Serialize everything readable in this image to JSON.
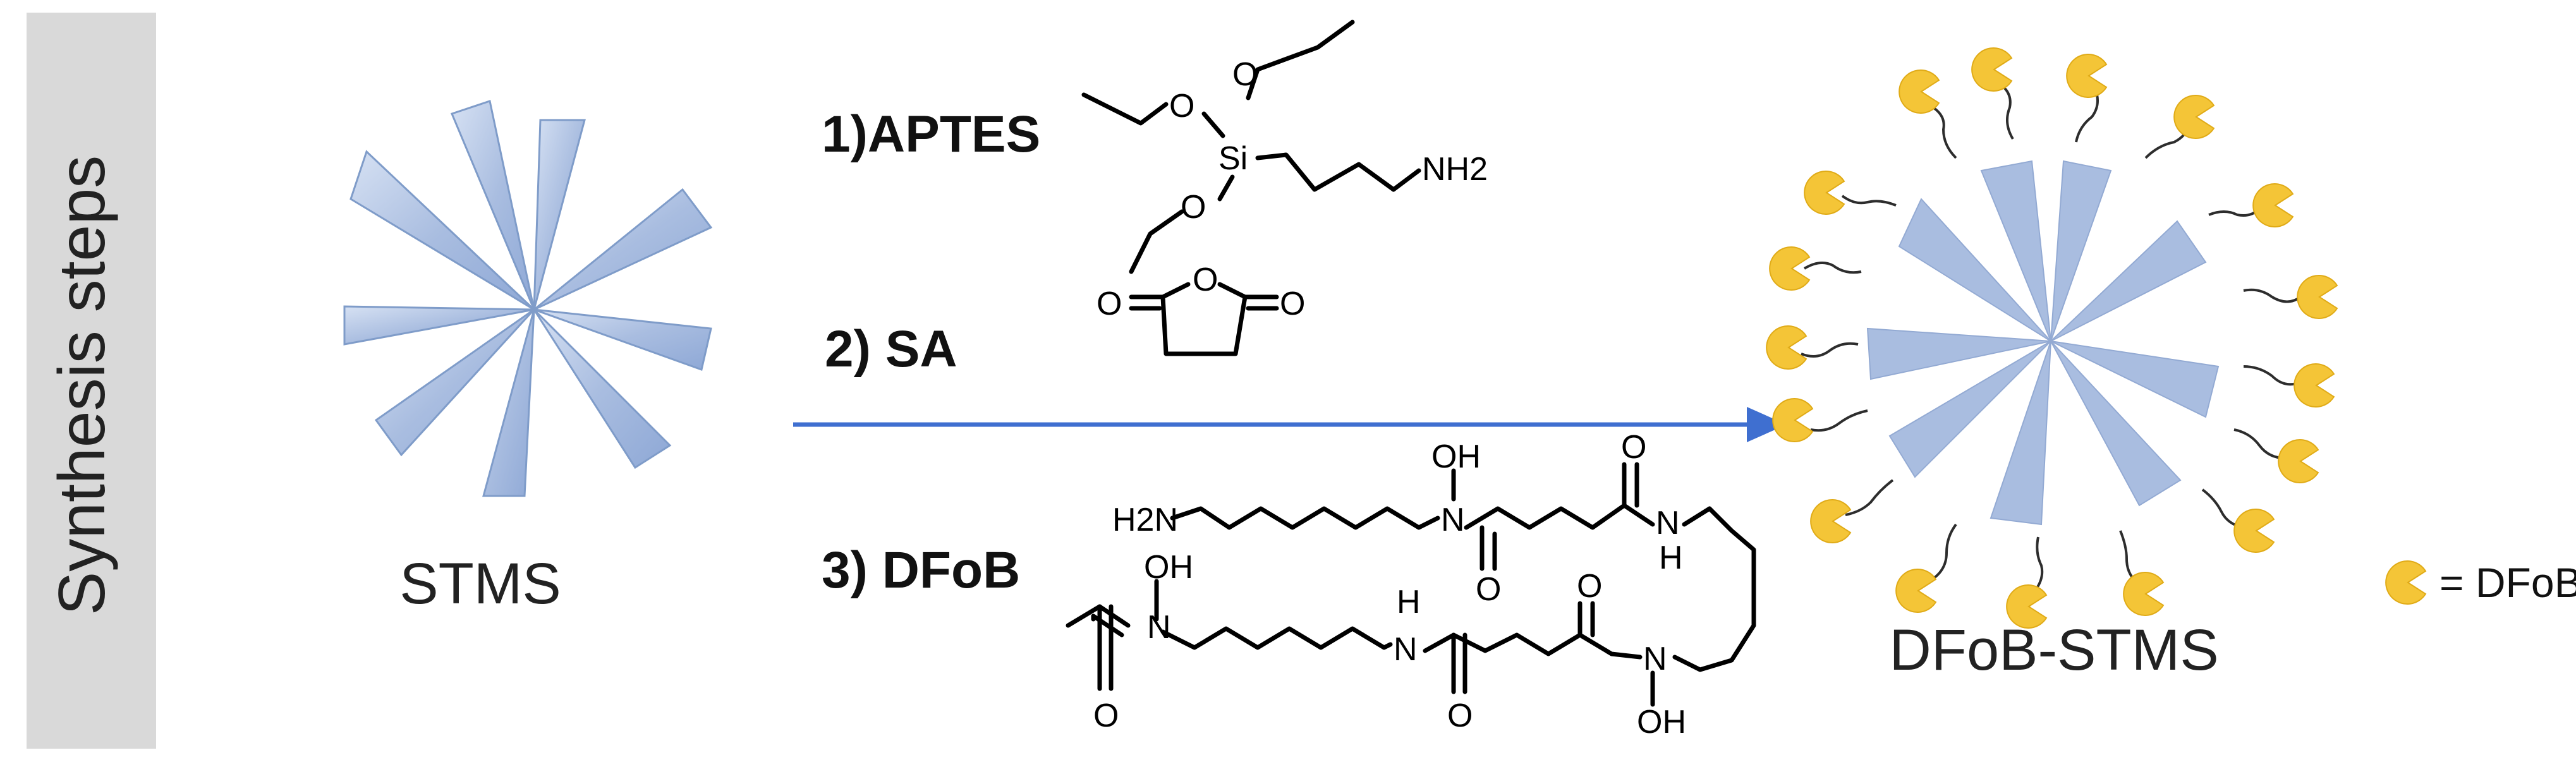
{
  "sidebar": {
    "label": "Synthesis steps"
  },
  "steps": [
    {
      "label": "1)APTES"
    },
    {
      "label": "2) SA"
    },
    {
      "label": "3) DFoB"
    }
  ],
  "start_particle": {
    "label": "STMS"
  },
  "product_particle": {
    "label": "DFoB-STMS"
  },
  "legend": {
    "label": "= DFoB",
    "icon": "dfob-pacman-icon"
  },
  "aptes_structure": {
    "atoms": [
      "O",
      "O",
      "Si",
      "O",
      "NH2"
    ]
  },
  "sa_structure": {
    "atoms": [
      "O",
      "O",
      "O"
    ]
  },
  "dfob_structure": {
    "atoms": [
      "OH",
      "N",
      "H2N",
      "O",
      "O",
      "N",
      "H",
      "OH",
      "N",
      "H",
      "N",
      "O",
      "O",
      "O",
      "N",
      "OH"
    ]
  },
  "colors": {
    "arrow": "#3f6fd0",
    "blade": "#a9bde0",
    "dfob": "#f4c537",
    "sidebar": "#d9d9d9"
  }
}
